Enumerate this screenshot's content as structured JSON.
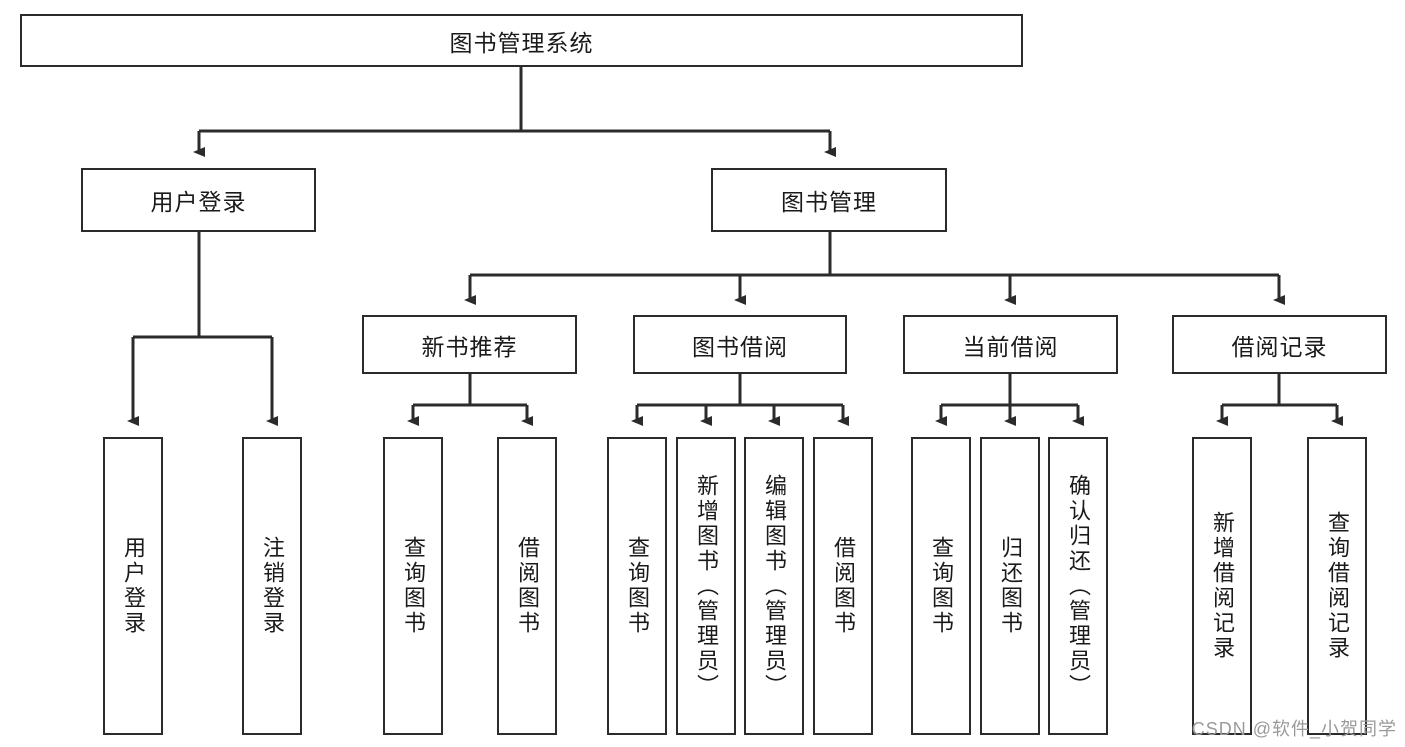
{
  "diagram": {
    "title": "图书管理系统",
    "type": "hierarchy-tree",
    "watermark": "CSDN @软件_小贺同学",
    "colors": {
      "box_border": "#2b2b2b",
      "box_fill": "#ffffff",
      "connector": "#2b2b2b",
      "text": "#1a1a1a",
      "watermark": "#9a9a9a",
      "background": "#ffffff"
    },
    "root": {
      "label": "图书管理系统"
    },
    "level2": [
      {
        "label": "用户登录"
      },
      {
        "label": "图书管理"
      }
    ],
    "level3": [
      {
        "label": "新书推荐"
      },
      {
        "label": "图书借阅"
      },
      {
        "label": "当前借阅"
      },
      {
        "label": "借阅记录"
      }
    ],
    "leaves": {
      "user_login": [
        {
          "label": "用户登录"
        },
        {
          "label": "注销登录"
        }
      ],
      "new_book_recommend": [
        {
          "label": "查询图书"
        },
        {
          "label": "借阅图书"
        }
      ],
      "book_borrow": [
        {
          "label": "查询图书"
        },
        {
          "label": "新增图书（管理员）"
        },
        {
          "label": "编辑图书（管理员）"
        },
        {
          "label": "借阅图书"
        }
      ],
      "current_borrow": [
        {
          "label": "查询图书"
        },
        {
          "label": "归还图书"
        },
        {
          "label": "确认归还（管理员）"
        }
      ],
      "borrow_record": [
        {
          "label": "新增借阅记录"
        },
        {
          "label": "查询借阅记录"
        }
      ]
    }
  }
}
